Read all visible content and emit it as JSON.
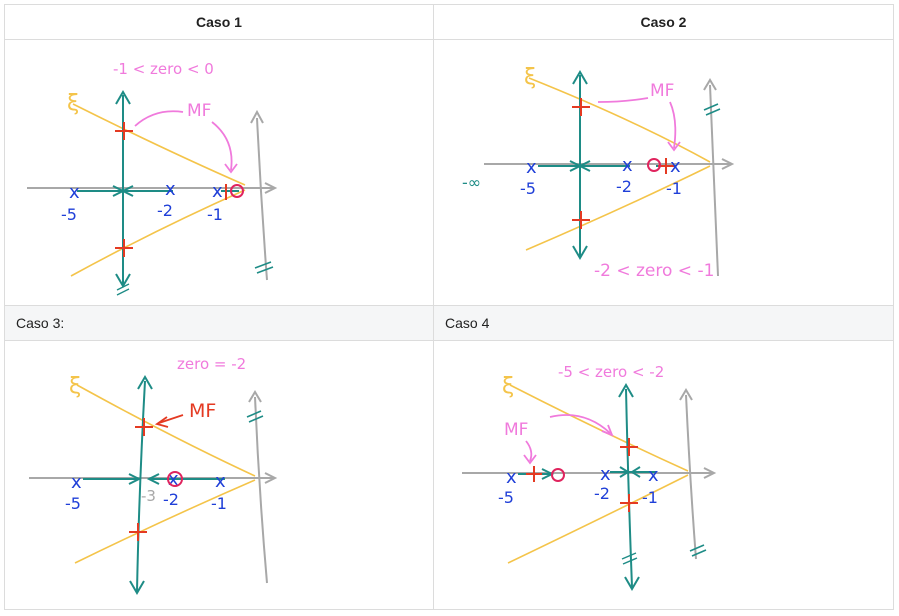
{
  "headers": {
    "caso1": "Caso 1",
    "caso2": "Caso 2",
    "caso3": "Caso 3:",
    "caso4": "Caso 4"
  },
  "caso1": {
    "condition": "-1 < zero < 0",
    "mf": "MF",
    "zeta": "ξ",
    "poles": [
      "-5",
      "-2",
      "-1"
    ]
  },
  "caso2": {
    "condition": "-2 < zero < -1",
    "mf": "MF",
    "zeta": "ξ",
    "minus_infinity": "-∞",
    "poles": [
      "-5",
      "-2",
      "-1"
    ]
  },
  "caso3": {
    "condition": "zero = -2",
    "mf": "MF",
    "zeta": "ξ",
    "extra_tick": "-3",
    "poles": [
      "-5",
      "-2",
      "-1"
    ]
  },
  "caso4": {
    "condition": "-5 < zero < -2",
    "mf": "MF",
    "zeta": "ξ",
    "poles": [
      "-5",
      "-2",
      "-1"
    ]
  },
  "colors": {
    "pole_blue": "#1f3fd8",
    "annotation_pink": "#f07adc",
    "closed_loop_red": "#e43a22",
    "locus_teal": "#1e8c86",
    "damping_yellow": "#f4c44a",
    "axis_gray": "#a8a8a8"
  }
}
